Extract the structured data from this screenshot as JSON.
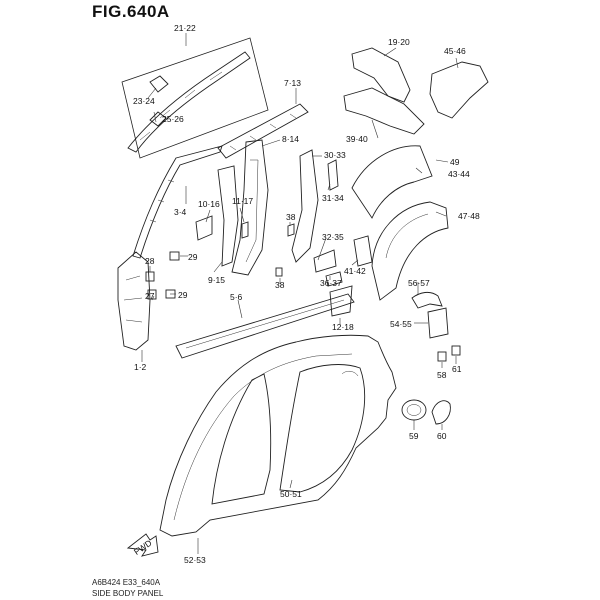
{
  "figure": {
    "title": "FIG.640A",
    "footer_code": "A6B424 E33_640A",
    "footer_name": "SIDE BODY PANEL",
    "fwd_label": "FWD"
  },
  "callouts": [
    {
      "id": "c01",
      "text": "21·22"
    },
    {
      "id": "c02",
      "text": "23·24"
    },
    {
      "id": "c03",
      "text": "25·26"
    },
    {
      "id": "c04",
      "text": "7·13"
    },
    {
      "id": "c05",
      "text": "8·14"
    },
    {
      "id": "c06",
      "text": "19·20"
    },
    {
      "id": "c07",
      "text": "45·46"
    },
    {
      "id": "c08",
      "text": "39·40"
    },
    {
      "id": "c09",
      "text": "30·33"
    },
    {
      "id": "c10",
      "text": "49"
    },
    {
      "id": "c11",
      "text": "43·44"
    },
    {
      "id": "c12",
      "text": "10·16"
    },
    {
      "id": "c13",
      "text": "11·17"
    },
    {
      "id": "c14",
      "text": "3·4"
    },
    {
      "id": "c15",
      "text": "38"
    },
    {
      "id": "c16",
      "text": "31·34"
    },
    {
      "id": "c17",
      "text": "47·48"
    },
    {
      "id": "c18",
      "text": "32·35"
    },
    {
      "id": "c19",
      "text": "29"
    },
    {
      "id": "c20",
      "text": "28"
    },
    {
      "id": "c21",
      "text": "9·15"
    },
    {
      "id": "c22",
      "text": "41·42"
    },
    {
      "id": "c23",
      "text": "36·37"
    },
    {
      "id": "c24",
      "text": "38"
    },
    {
      "id": "c25",
      "text": "56·57"
    },
    {
      "id": "c26",
      "text": "27"
    },
    {
      "id": "c27",
      "text": "29"
    },
    {
      "id": "c28",
      "text": "5·6"
    },
    {
      "id": "c29",
      "text": "12·18"
    },
    {
      "id": "c30",
      "text": "54·55"
    },
    {
      "id": "c31",
      "text": "1·2"
    },
    {
      "id": "c32",
      "text": "58"
    },
    {
      "id": "c33",
      "text": "61"
    },
    {
      "id": "c34",
      "text": "59"
    },
    {
      "id": "c35",
      "text": "60"
    },
    {
      "id": "c36",
      "text": "50·51"
    },
    {
      "id": "c37",
      "text": "52·53"
    }
  ]
}
